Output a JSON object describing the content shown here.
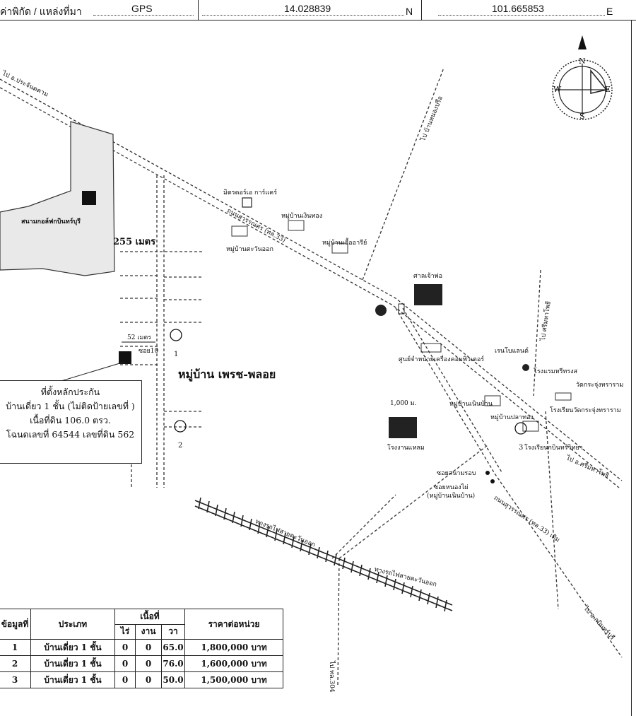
{
  "header": {
    "coord_label": "ค่าพิกัด / แหล่งที่มา",
    "source": "GPS",
    "latitude": "14.028839",
    "lat_suffix": "N",
    "longitude": "101.665853",
    "lon_suffix": "E"
  },
  "compass": {
    "n": "N",
    "e": "E",
    "s": "S",
    "w": "W"
  },
  "map_labels": {
    "to_prachantakham": "ไป อ.ประจันตคาม",
    "golf_course": "สนามกอล์ฟกบินทร์บุรี",
    "distance_255": "255 เมตร",
    "distance_52": "52 เมตร",
    "soi_10": "ซอย10",
    "village_name": "หมู่บ้าน เพรช-พลอย",
    "daycare": "มิตรดอร์เอ การ์แคร์",
    "village_ngoenthong": "หมู่บ้านเงินทอง",
    "village_lhuetawan": "หมู่บ้านตะวันออก",
    "village_euaari": "หมู่บ้านเอื้ออารีย์",
    "road_main": "ถนนสุวรรณศร (ทล.33)",
    "to_ban_nong_pue": "ไป บ้านหนองปรือ",
    "factory_1": "ศาลเจ้าพ่อ",
    "shop": "ศูนย์จำหน่ายเครื่องคอมพิวเตอร์",
    "factory_2": "โรงงานแหลม",
    "distance_1000": "1,000 ม.",
    "village_nuea": "หมู่บ้านเนินบ้าน",
    "village_pla_thong": "หมู่บ้านปลาทอง",
    "school": "เรนโบแลนด์",
    "hotel": "โรงแรมหรีทรงส",
    "temple": "วัดกระจุ่งทราราม",
    "school_2": "โรงเรียนวัดกระจุ่งทราราม",
    "to_hill": "ไป ศรีมหาโพธิ",
    "school_3": "โรงเรียนกบินทร์วิทยา",
    "soi_sanamrob": "ซอยสนามรอบ",
    "soi_nong_phai": "ซอยหนองไผ่",
    "village_nuea_2": "(หมู่บ้านเนินบ้าน)",
    "road_main_2": "ถนนสุวรรณศร (ทล.33) เดิม",
    "railway_1": "ทางรถไฟสายตะวันออก",
    "railway_2": "ทางรถไฟสายตะวันออก",
    "to_304": "ไป ทล.304",
    "to_srimahaphot": "ไป อ.ศรีมหาโพธิ",
    "to_kabin": "ไป อ.กบินทร์บุรี",
    "marker_1": "1",
    "marker_2": "2",
    "marker_3": "3"
  },
  "callout": {
    "line1": "ที่ตั้งหลักประกัน",
    "line2": "บ้านเดี่ยว 1 ชั้น (ไม่ติดป้ายเลขที่ )",
    "line3": "เนื้อที่ดิน 106.0 ตรว.",
    "line4": "โฉนดเลขที่ 64544 เลขที่ดิน 562"
  },
  "table": {
    "headers": {
      "no": "ข้อมูลที่",
      "type": "ประเภท",
      "area": "เนื้อที่",
      "rai": "ไร่",
      "ngan": "งาน",
      "wa": "วา",
      "price": "ราคาต่อหน่วย"
    },
    "rows": [
      {
        "no": "1",
        "type": "บ้านเดี่ยว 1 ชั้น",
        "rai": "0",
        "ngan": "0",
        "wa": "65.0",
        "price": "1,800,000 บาท"
      },
      {
        "no": "2",
        "type": "บ้านเดี่ยว 1 ชั้น",
        "rai": "0",
        "ngan": "0",
        "wa": "76.0",
        "price": "1,600,000 บาท"
      },
      {
        "no": "3",
        "type": "บ้านเดี่ยว 1 ชั้น",
        "rai": "0",
        "ngan": "0",
        "wa": "50.0",
        "price": "1,500,000 บาท"
      }
    ]
  }
}
